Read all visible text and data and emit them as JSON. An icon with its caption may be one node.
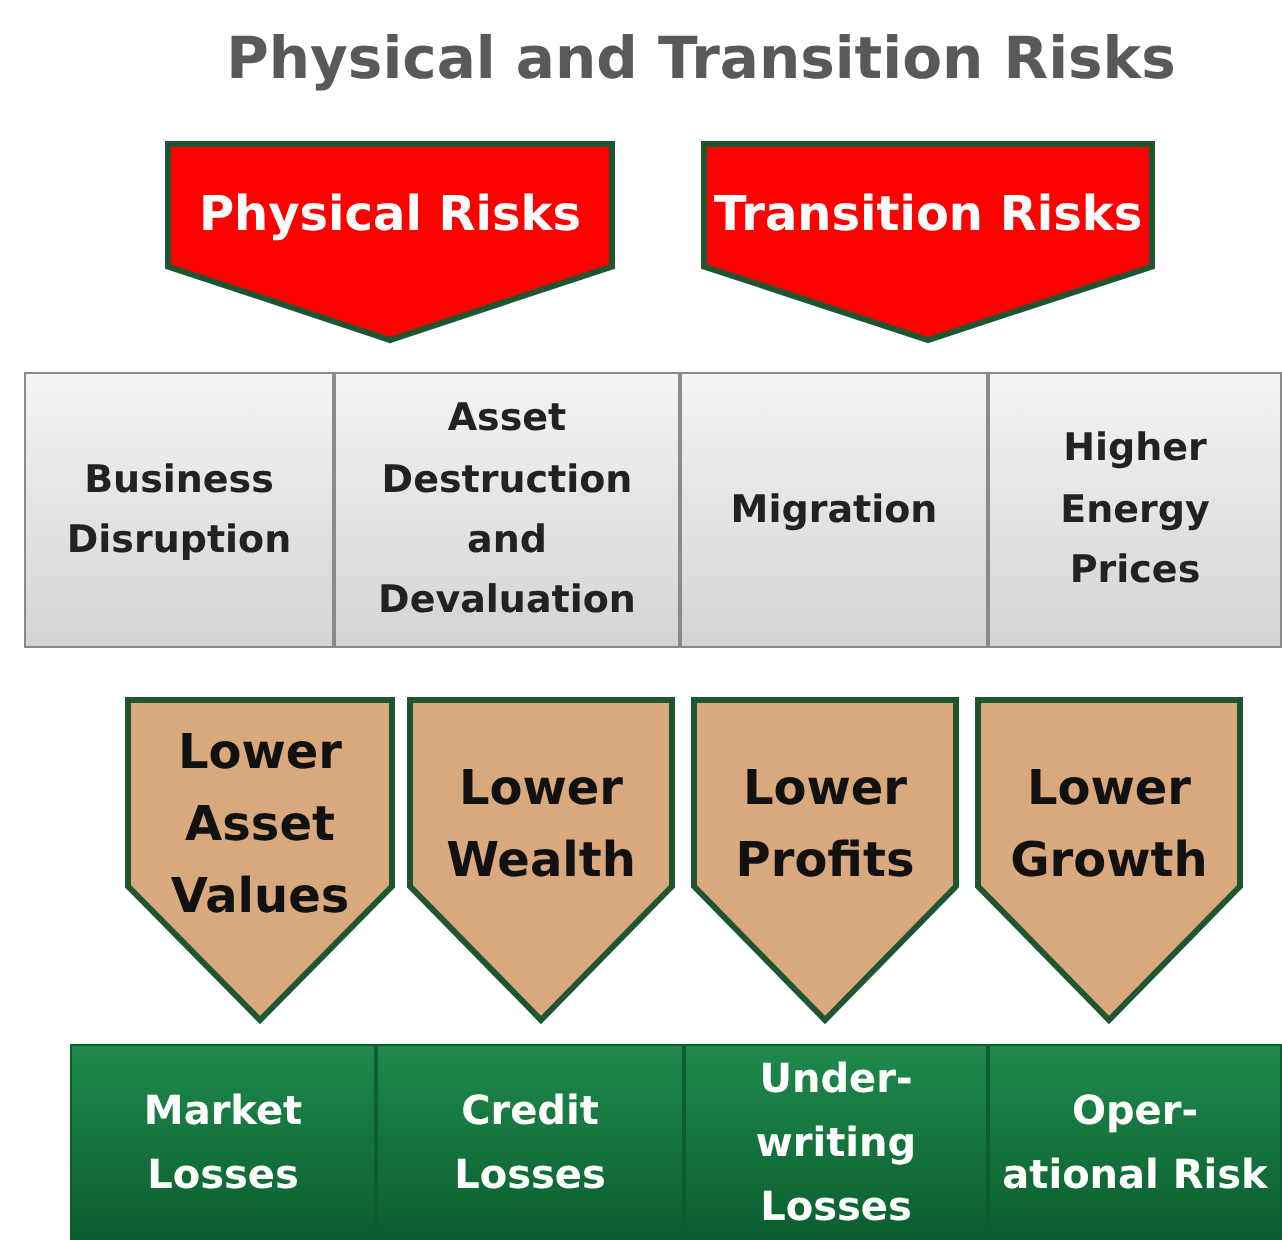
{
  "diagram": {
    "title": "Physical and Transition Risks",
    "nodes": [
      {
        "text": [
          "Physical Risks"
        ]
      },
      {
        "text": [
          "Transition Risks"
        ]
      },
      {
        "text": [
          "Business Disruption"
        ]
      },
      {
        "text": [
          "Asset Destruction and Devaluation"
        ]
      },
      {
        "text": [
          "Migration"
        ]
      },
      {
        "text": [
          "Higher Energy Prices"
        ]
      },
      {
        "text": [
          "Lower Asset Values"
        ]
      },
      {
        "text": [
          "Lower Wealth"
        ]
      },
      {
        "text": [
          "Lower Profits"
        ]
      },
      {
        "text": [
          "Lower Growth"
        ]
      },
      {
        "text": [
          "Market Losses"
        ]
      },
      {
        "text": [
          "Credit Losses"
        ]
      },
      {
        "text": [
          "Under-writing Losses"
        ]
      },
      {
        "text": [
          "Oper-ational Risk"
        ]
      }
    ]
  }
}
